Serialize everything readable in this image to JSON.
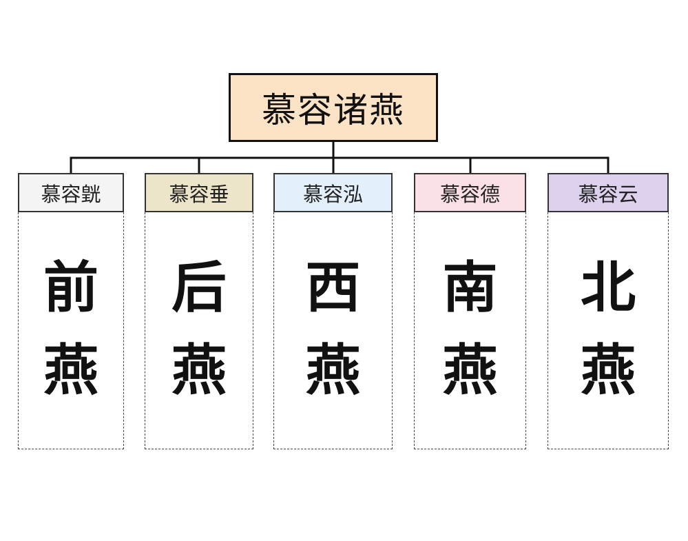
{
  "root": {
    "label": "慕容诸燕",
    "fill": "#fde3c6"
  },
  "branches": [
    {
      "founder": "慕容皝",
      "kingdom": [
        "前",
        "燕"
      ],
      "fill": "#f4f4f4"
    },
    {
      "founder": "慕容垂",
      "kingdom": [
        "后",
        "燕"
      ],
      "fill": "#ece5c9"
    },
    {
      "founder": "慕容泓",
      "kingdom": [
        "西",
        "燕"
      ],
      "fill": "#e3f0fb"
    },
    {
      "founder": "慕容德",
      "kingdom": [
        "南",
        "燕"
      ],
      "fill": "#fbe1e5"
    },
    {
      "founder": "慕容云",
      "kingdom": [
        "北",
        "燕"
      ],
      "fill": "#ddd1ee"
    }
  ]
}
